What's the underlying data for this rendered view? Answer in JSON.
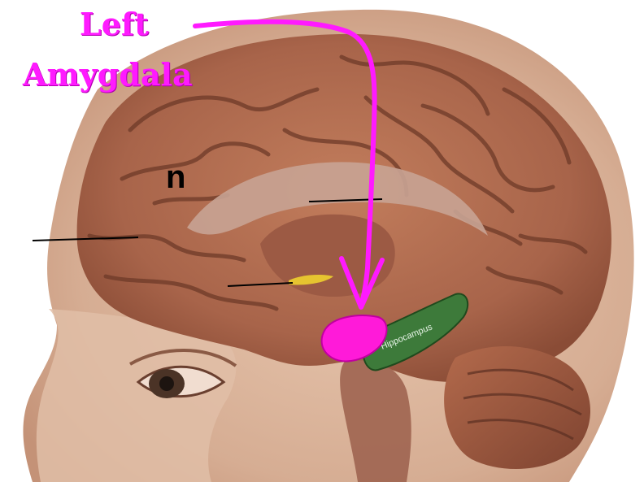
{
  "labels": {
    "line1": "Left",
    "line2": "Amygdala",
    "stray_letter": "n",
    "hippocampus": "Hippocampus"
  },
  "colors": {
    "label": "#ff1aff",
    "arrow": "#ff1aff",
    "amygdala": "#ff1ad9",
    "hippocampus": "#3d7a3a",
    "skin": "#d9b49a",
    "brain": "#b06a4a"
  },
  "icons": {
    "arrow": "curved-arrow-icon"
  }
}
